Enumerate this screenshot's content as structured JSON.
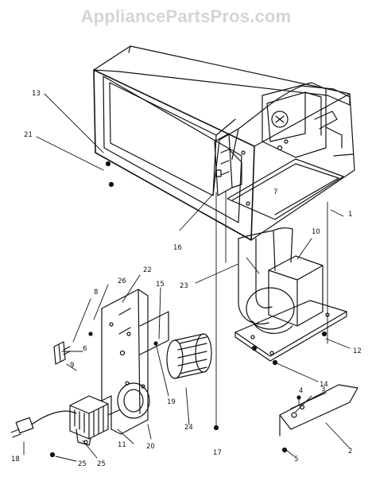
{
  "watermark": "AppliancePartsPros.com",
  "callouts": [
    {
      "id": "c1",
      "label": "1"
    },
    {
      "id": "c2",
      "label": "2"
    },
    {
      "id": "c3",
      "label": "3"
    },
    {
      "id": "c4",
      "label": "4"
    },
    {
      "id": "c5",
      "label": "5"
    },
    {
      "id": "c6",
      "label": "6"
    },
    {
      "id": "c7",
      "label": "7"
    },
    {
      "id": "c8",
      "label": "8"
    },
    {
      "id": "c9",
      "label": "9"
    },
    {
      "id": "c10",
      "label": "10"
    },
    {
      "id": "c11",
      "label": "11"
    },
    {
      "id": "c12",
      "label": "12"
    },
    {
      "id": "c13",
      "label": "13"
    },
    {
      "id": "c14",
      "label": "14"
    },
    {
      "id": "c15",
      "label": "15"
    },
    {
      "id": "c16",
      "label": "16"
    },
    {
      "id": "c17",
      "label": "17"
    },
    {
      "id": "c18",
      "label": "18"
    },
    {
      "id": "c19",
      "label": "19"
    },
    {
      "id": "c20",
      "label": "20"
    },
    {
      "id": "c21",
      "label": "21"
    },
    {
      "id": "c22",
      "label": "22"
    },
    {
      "id": "c23",
      "label": "23"
    },
    {
      "id": "c24",
      "label": "24"
    },
    {
      "id": "c25a",
      "label": "25"
    },
    {
      "id": "c25b",
      "label": "25"
    },
    {
      "id": "c26",
      "label": "26"
    }
  ]
}
